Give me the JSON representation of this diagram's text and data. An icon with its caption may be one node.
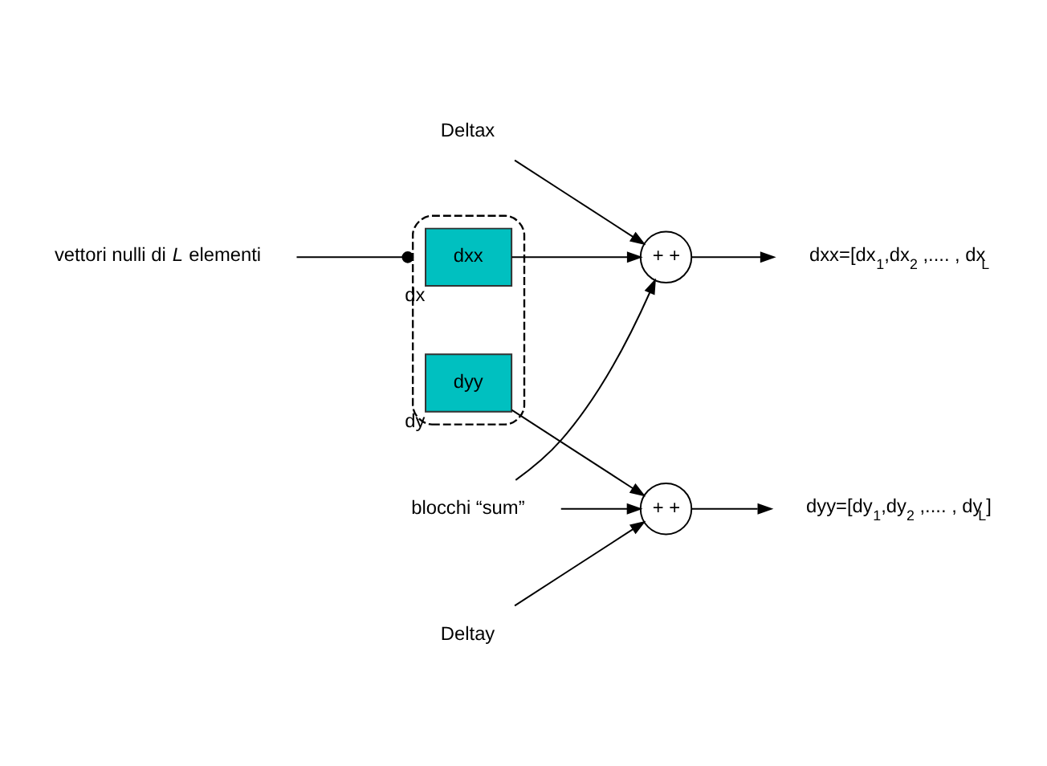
{
  "diagram": {
    "nodes": [
      {
        "text": [
          "vettori nulli di *L* elementi"
        ]
      },
      {
        "text": [],
        "shape": "ellipse"
      },
      {
        "text": [
          "dxx"
        ],
        "in": 1,
        "beside": [
          "dx"
        ]
      },
      {
        "text": [
          "dyy"
        ],
        "in": 1,
        "beside": [
          "dy"
        ]
      },
      {
        "text": [
          "blocchi “sum”"
        ]
      },
      {
        "text": [
          "+ +"
        ]
      },
      {
        "text": [
          "+ +"
        ]
      },
      {
        "text": [
          "dxx=[dx$_{1}$,dx$_{2}$ ,.... , dx$_{L}$"
        ]
      },
      {
        "text": [
          "dyy=[dy$_{1}$,dy$_{2}$ ,.... , dy$_{L}$]"
        ]
      },
      {
        "text": [
          "Deltax"
        ]
      },
      {
        "text": [
          "Deltay"
        ]
      }
    ],
    "edges": [
      {
        "from": 0,
        "to": 1,
        "arrow": "other"
      },
      {
        "from": 4,
        "to": 5,
        "arrow": "to"
      },
      {
        "from": 4,
        "to": 6,
        "arrow": "to"
      },
      {
        "from": 2,
        "to": 5,
        "arrow": "to"
      },
      {
        "from": 3,
        "to": 6,
        "arrow": "to"
      },
      {
        "from": 9,
        "to": 5,
        "arrow": "to"
      },
      {
        "from": 10,
        "to": 6,
        "arrow": "to"
      },
      {
        "from": 5,
        "to": 7,
        "arrow": "to"
      },
      {
        "from": 6,
        "to": 8,
        "arrow": "to"
      }
    ]
  }
}
